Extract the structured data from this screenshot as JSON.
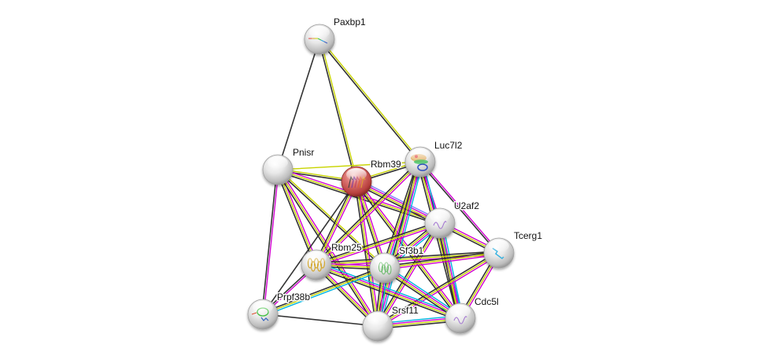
{
  "diagram": {
    "type": "protein-interaction-network",
    "query_protein": "Rbm39",
    "edge_colors": {
      "coexpression": "#333333",
      "textmining": "#c8d400",
      "experiments": "#d000d0",
      "databases": "#00b4e0",
      "cooccurrence": "#8080ff"
    },
    "node_colors": {
      "query": "#c9504f",
      "neighbor": "#d8d8d8"
    },
    "nodes": [
      {
        "id": "Paxbp1",
        "label": "Paxbp1",
        "query": false,
        "structure": "rainbow-coil"
      },
      {
        "id": "Pnisr",
        "label": "Pnisr",
        "query": false,
        "structure": "none"
      },
      {
        "id": "Rbm39",
        "label": "Rbm39",
        "query": true,
        "structure": "rainbow-sheet"
      },
      {
        "id": "Luc7l2",
        "label": "Luc7l2",
        "query": false,
        "structure": "rainbow-helix"
      },
      {
        "id": "U2af2",
        "label": "U2af2",
        "query": false,
        "structure": "purple-coil"
      },
      {
        "id": "Tcerg1",
        "label": "Tcerg1",
        "query": false,
        "structure": "cyan-sheet"
      },
      {
        "id": "Rbm25",
        "label": "Rbm25",
        "query": false,
        "structure": "gold-helix"
      },
      {
        "id": "Sf3b1",
        "label": "Sf3b1",
        "query": false,
        "structure": "green-helix"
      },
      {
        "id": "Prpf38b",
        "label": "Prpf38b",
        "query": false,
        "structure": "rainbow-mixed"
      },
      {
        "id": "Srsf11",
        "label": "Srsf11",
        "query": false,
        "structure": "none"
      },
      {
        "id": "Cdc5l",
        "label": "Cdc5l",
        "query": false,
        "structure": "purple-coil"
      }
    ],
    "edges": [
      {
        "source": "Paxbp1",
        "target": "Pnisr",
        "evidence": [
          "coexpression"
        ]
      },
      {
        "source": "Paxbp1",
        "target": "Rbm39",
        "evidence": [
          "textmining",
          "coexpression"
        ]
      },
      {
        "source": "Paxbp1",
        "target": "Luc7l2",
        "evidence": [
          "textmining",
          "coexpression"
        ]
      },
      {
        "source": "Pnisr",
        "target": "Rbm39",
        "evidence": [
          "textmining",
          "coexpression"
        ]
      },
      {
        "source": "Pnisr",
        "target": "Luc7l2",
        "evidence": [
          "textmining"
        ]
      },
      {
        "source": "Pnisr",
        "target": "U2af2",
        "evidence": [
          "experiments",
          "textmining",
          "coexpression"
        ]
      },
      {
        "source": "Pnisr",
        "target": "Rbm25",
        "evidence": [
          "experiments",
          "textmining",
          "coexpression"
        ]
      },
      {
        "source": "Pnisr",
        "target": "Sf3b1",
        "evidence": [
          "textmining",
          "coexpression"
        ]
      },
      {
        "source": "Pnisr",
        "target": "Prpf38b",
        "evidence": [
          "experiments",
          "coexpression"
        ]
      },
      {
        "source": "Pnisr",
        "target": "Srsf11",
        "evidence": [
          "experiments",
          "textmining",
          "coexpression"
        ]
      },
      {
        "source": "Rbm39",
        "target": "Luc7l2",
        "evidence": [
          "textmining",
          "coexpression"
        ]
      },
      {
        "source": "Rbm39",
        "target": "U2af2",
        "evidence": [
          "cooccurrence",
          "experiments",
          "textmining",
          "coexpression"
        ]
      },
      {
        "source": "Rbm39",
        "target": "Rbm25",
        "evidence": [
          "experiments",
          "textmining",
          "coexpression"
        ]
      },
      {
        "source": "Rbm39",
        "target": "Sf3b1",
        "evidence": [
          "experiments",
          "textmining",
          "coexpression"
        ]
      },
      {
        "source": "Rbm39",
        "target": "Prpf38b",
        "evidence": [
          "coexpression"
        ]
      },
      {
        "source": "Rbm39",
        "target": "Srsf11",
        "evidence": [
          "experiments",
          "textmining",
          "coexpression"
        ]
      },
      {
        "source": "Rbm39",
        "target": "Cdc5l",
        "evidence": [
          "experiments",
          "textmining",
          "coexpression"
        ]
      },
      {
        "source": "Luc7l2",
        "target": "U2af2",
        "evidence": [
          "experiments",
          "coexpression"
        ]
      },
      {
        "source": "Luc7l2",
        "target": "Tcerg1",
        "evidence": [
          "experiments",
          "coexpression"
        ]
      },
      {
        "source": "Luc7l2",
        "target": "Rbm25",
        "evidence": [
          "experiments",
          "textmining",
          "coexpression"
        ]
      },
      {
        "source": "Luc7l2",
        "target": "Sf3b1",
        "evidence": [
          "databases",
          "experiments",
          "textmining",
          "coexpression"
        ]
      },
      {
        "source": "Luc7l2",
        "target": "Srsf11",
        "evidence": [
          "databases",
          "experiments",
          "textmining",
          "coexpression"
        ]
      },
      {
        "source": "Luc7l2",
        "target": "Cdc5l",
        "evidence": [
          "databases",
          "experiments",
          "textmining",
          "coexpression"
        ]
      },
      {
        "source": "U2af2",
        "target": "Tcerg1",
        "evidence": [
          "experiments",
          "textmining",
          "coexpression"
        ]
      },
      {
        "source": "U2af2",
        "target": "Rbm25",
        "evidence": [
          "experiments",
          "textmining",
          "coexpression"
        ]
      },
      {
        "source": "U2af2",
        "target": "Sf3b1",
        "evidence": [
          "databases",
          "experiments",
          "textmining",
          "coexpression"
        ]
      },
      {
        "source": "U2af2",
        "target": "Srsf11",
        "evidence": [
          "experiments",
          "textmining",
          "coexpression"
        ]
      },
      {
        "source": "U2af2",
        "target": "Cdc5l",
        "evidence": [
          "databases",
          "experiments",
          "textmining",
          "coexpression"
        ]
      },
      {
        "source": "Tcerg1",
        "target": "Rbm25",
        "evidence": [
          "experiments",
          "textmining",
          "coexpression"
        ]
      },
      {
        "source": "Tcerg1",
        "target": "Sf3b1",
        "evidence": [
          "experiments",
          "textmining",
          "coexpression"
        ]
      },
      {
        "source": "Tcerg1",
        "target": "Srsf11",
        "evidence": [
          "experiments",
          "textmining",
          "coexpression"
        ]
      },
      {
        "source": "Tcerg1",
        "target": "Cdc5l",
        "evidence": [
          "experiments",
          "textmining",
          "coexpression"
        ]
      },
      {
        "source": "Rbm25",
        "target": "Sf3b1",
        "evidence": [
          "experiments",
          "textmining",
          "coexpression"
        ]
      },
      {
        "source": "Rbm25",
        "target": "Prpf38b",
        "evidence": [
          "experiments",
          "coexpression"
        ]
      },
      {
        "source": "Rbm25",
        "target": "Srsf11",
        "evidence": [
          "experiments",
          "textmining",
          "coexpression"
        ]
      },
      {
        "source": "Rbm25",
        "target": "Cdc5l",
        "evidence": [
          "databases",
          "experiments",
          "textmining",
          "coexpression"
        ]
      },
      {
        "source": "Sf3b1",
        "target": "Prpf38b",
        "evidence": [
          "databases",
          "textmining",
          "coexpression"
        ]
      },
      {
        "source": "Sf3b1",
        "target": "Srsf11",
        "evidence": [
          "databases",
          "experiments",
          "textmining",
          "coexpression"
        ]
      },
      {
        "source": "Sf3b1",
        "target": "Cdc5l",
        "evidence": [
          "databases",
          "experiments",
          "textmining",
          "coexpression"
        ]
      },
      {
        "source": "Prpf38b",
        "target": "Srsf11",
        "evidence": [
          "coexpression"
        ]
      },
      {
        "source": "Srsf11",
        "target": "Cdc5l",
        "evidence": [
          "databases",
          "experiments",
          "textmining",
          "coexpression"
        ]
      }
    ]
  }
}
